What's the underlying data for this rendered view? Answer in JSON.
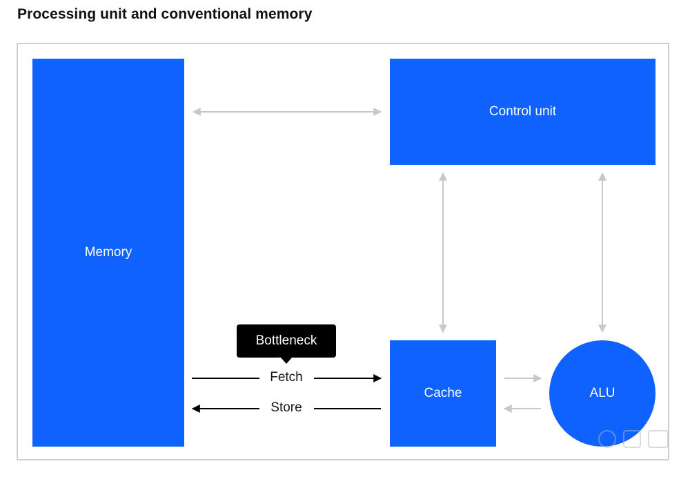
{
  "title": "Processing unit and conventional memory",
  "blocks": {
    "memory": "Memory",
    "control_unit": "Control unit",
    "cache": "Cache",
    "alu": "ALU"
  },
  "tooltip": "Bottleneck",
  "flows": {
    "fetch": "Fetch",
    "store": "Store"
  },
  "colors": {
    "block": "#0f62fe",
    "connector": "#c6c8ca",
    "flow": "#000000",
    "frame": "#cfcfcf"
  }
}
